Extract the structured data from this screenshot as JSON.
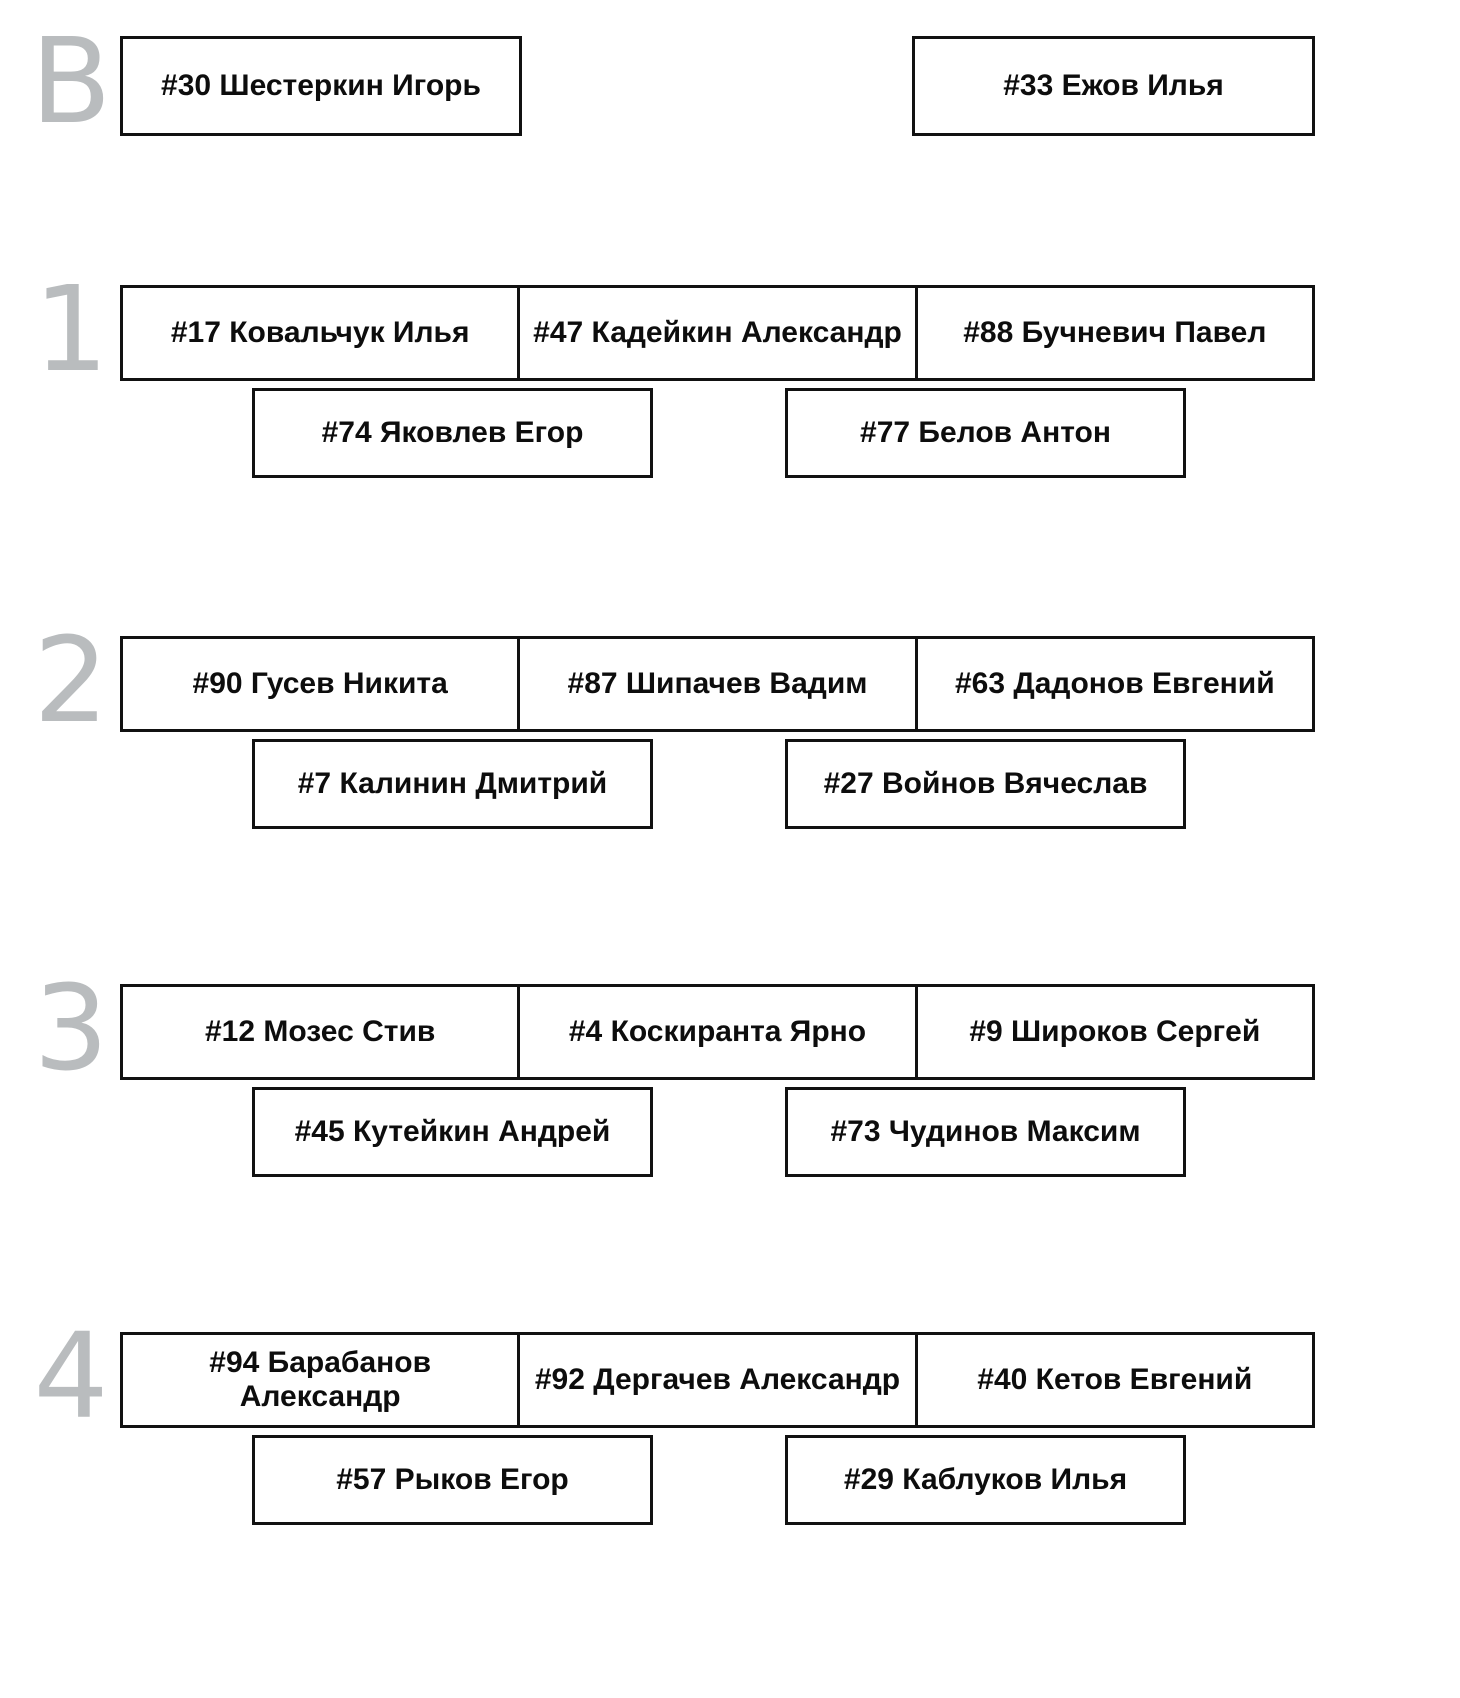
{
  "roster": {
    "units": [
      {
        "number_label": "B",
        "unit_type": "goaltenders",
        "goalies": [
          {
            "jersey": "#30",
            "name": "Шестеркин Игорь",
            "label": "#30 Шестеркин Игорь"
          },
          {
            "jersey": "#33",
            "name": "Ежов Илья",
            "label": "#33 Ежов Илья"
          }
        ]
      },
      {
        "number_label": "1",
        "unit_type": "line",
        "forwards": [
          {
            "jersey": "#17",
            "name": "Ковальчук Илья",
            "label": "#17 Ковальчук Илья"
          },
          {
            "jersey": "#47",
            "name": "Кадейкин Александр",
            "label": "#47 Кадейкин Александр"
          },
          {
            "jersey": "#88",
            "name": "Бучневич Павел",
            "label": "#88 Бучневич Павел"
          }
        ],
        "defensemen": [
          {
            "jersey": "#74",
            "name": "Яковлев Егор",
            "label": "#74 Яковлев Егор"
          },
          {
            "jersey": "#77",
            "name": "Белов Антон",
            "label": "#77 Белов Антон"
          }
        ]
      },
      {
        "number_label": "2",
        "unit_type": "line",
        "forwards": [
          {
            "jersey": "#90",
            "name": "Гусев Никита",
            "label": "#90 Гусев Никита"
          },
          {
            "jersey": "#87",
            "name": "Шипачев Вадим",
            "label": "#87 Шипачев Вадим"
          },
          {
            "jersey": "#63",
            "name": "Дадонов Евгений",
            "label": "#63 Дадонов Евгений"
          }
        ],
        "defensemen": [
          {
            "jersey": "#7",
            "name": "Калинин Дмитрий",
            "label": "#7 Калинин Дмитрий"
          },
          {
            "jersey": "#27",
            "name": "Войнов Вячеслав",
            "label": "#27 Войнов Вячеслав"
          }
        ]
      },
      {
        "number_label": "3",
        "unit_type": "line",
        "forwards": [
          {
            "jersey": "#12",
            "name": "Мозес Стив",
            "label": "#12 Мозес Стив"
          },
          {
            "jersey": "#4",
            "name": "Коскиранта Ярно",
            "label": "#4 Коскиранта Ярно"
          },
          {
            "jersey": "#9",
            "name": "Широков Сергей",
            "label": "#9 Широков Сергей"
          }
        ],
        "defensemen": [
          {
            "jersey": "#45",
            "name": "Кутейкин Андрей",
            "label": "#45 Кутейкин Андрей"
          },
          {
            "jersey": "#73",
            "name": "Чудинов Максим",
            "label": "#73 Чудинов Максим"
          }
        ]
      },
      {
        "number_label": "4",
        "unit_type": "line",
        "forwards": [
          {
            "jersey": "#94",
            "name": "Барабанов Александр",
            "label": "#94 Барабанов Александр"
          },
          {
            "jersey": "#92",
            "name": "Дергачев Александр",
            "label": "#92 Дергачев Александр"
          },
          {
            "jersey": "#40",
            "name": "Кетов Евгений",
            "label": "#40 Кетов Евгений"
          }
        ],
        "defensemen": [
          {
            "jersey": "#57",
            "name": "Рыков Егор",
            "label": "#57 Рыков Егор"
          },
          {
            "jersey": "#29",
            "name": "Каблуков Илья",
            "label": "#29 Каблуков Илья"
          }
        ]
      }
    ]
  },
  "colors": {
    "line_number": "#b9bcbe",
    "box_border": "#111111",
    "text": "#0d0d0d",
    "background": "#ffffff"
  }
}
